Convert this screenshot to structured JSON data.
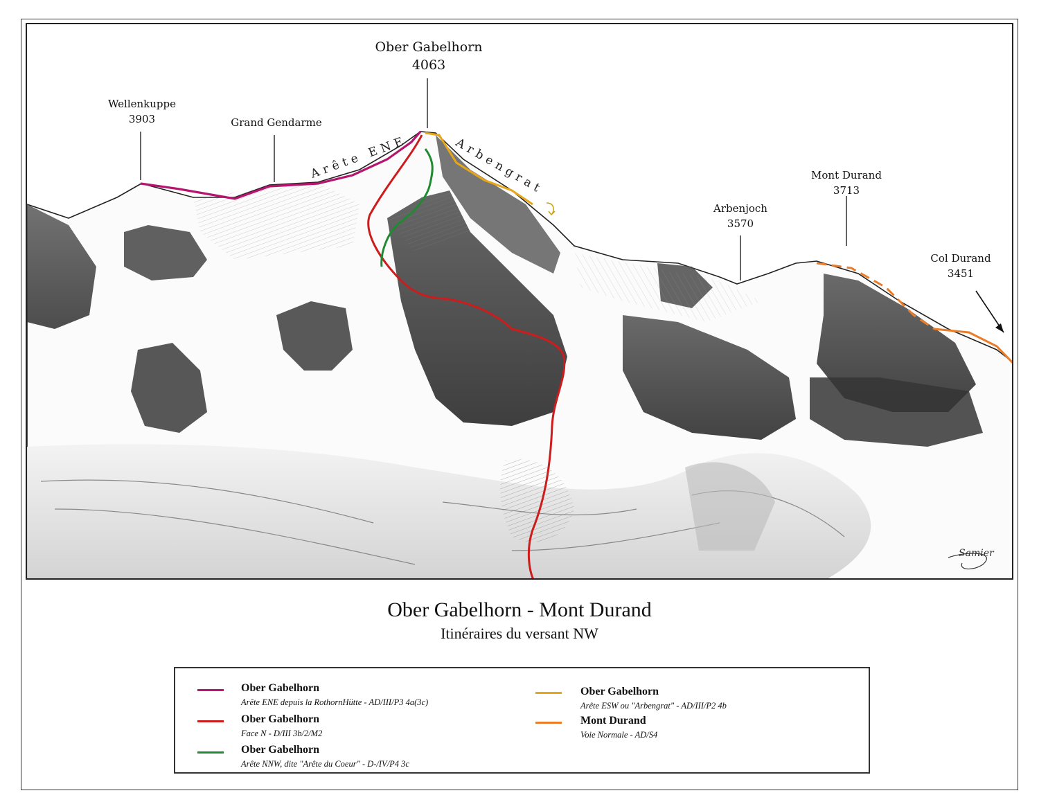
{
  "colors": {
    "ene": "#b5156e",
    "north_face": "#cc1c1c",
    "nnw": "#1f8a32",
    "arbengrat": "#e6a619",
    "durand": "#ea7d2a"
  },
  "peaks": {
    "ober_gabelhorn": {
      "name": "Ober Gabelhorn",
      "alt": "4063"
    },
    "wellenkuppe": {
      "name": "Wellenkuppe",
      "alt": "3903"
    },
    "grand_gendarme": {
      "name": "Grand Gendarme"
    },
    "arbenjoch": {
      "name": "Arbenjoch",
      "alt": "3570"
    },
    "mont_durand": {
      "name": "Mont Durand",
      "alt": "3713"
    },
    "col_durand": {
      "name": "Col Durand",
      "alt": "3451"
    }
  },
  "ridges": {
    "ene": "Arête ENE",
    "arbengrat": "Arbengrat"
  },
  "signature": "Samier",
  "title": "Ober Gabelhorn - Mont Durand",
  "subtitle": "Itinéraires du versant NW",
  "legend": [
    {
      "name": "Ober Gabelhorn",
      "desc": "Arête ENE depuis la RothornHütte - AD/III/P3 4a(3c)",
      "color": "#b5156e"
    },
    {
      "name": "Ober Gabelhorn",
      "desc": "Face N - D/III 3b/2/M2",
      "color": "#cc1c1c"
    },
    {
      "name": "Ober Gabelhorn",
      "desc": "Arête NNW, dite \"Arête du Coeur\" - D-/IV/P4 3c",
      "color": "#1f8a32"
    },
    {
      "name": "Ober Gabelhorn",
      "desc": "Arête ESW ou \"Arbengrat\" - AD/III/P2 4b",
      "color": "#e6a619"
    },
    {
      "name": "Mont Durand",
      "desc": "Voie Normale - AD/S4",
      "color": "#ea7d2a"
    }
  ]
}
